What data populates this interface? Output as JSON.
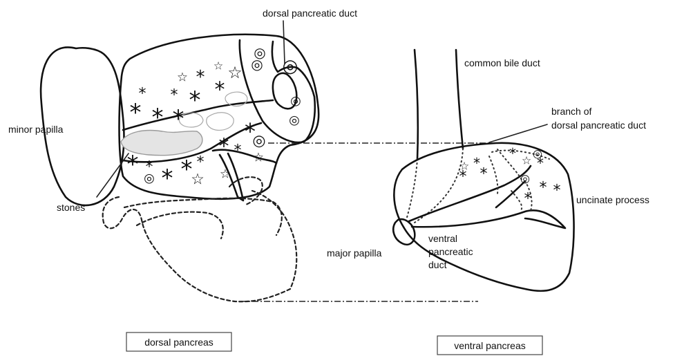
{
  "labels": {
    "dorsal_pancreatic_duct": "dorsal pancreatic duct",
    "common_bile_duct": "common bile duct",
    "branch_line1": "branch of",
    "branch_line2": "dorsal pancreatic duct",
    "minor_papilla": "minor papilla",
    "stones": "stones",
    "uncinate_process": "uncinate process",
    "major_papilla": "major papilla",
    "ventral_line1": "ventral",
    "ventral_line2": "pancreatic",
    "ventral_line3": "duct"
  },
  "boxes": {
    "dorsal": "dorsal pancreas",
    "ventral": "ventral pancreas"
  },
  "marks": {
    "asterisk": "*",
    "star": "☆",
    "circle": "◎"
  }
}
